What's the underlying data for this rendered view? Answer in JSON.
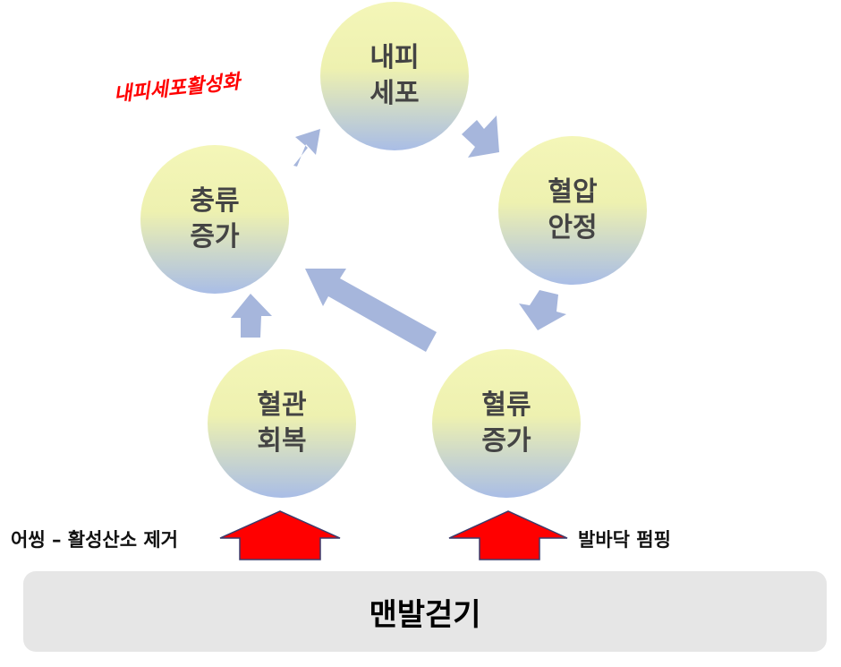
{
  "nodes": {
    "endothelial": {
      "line1": "내피",
      "line2": "세포"
    },
    "bp": {
      "line1": "혈압",
      "line2": "안정"
    },
    "bloodflow": {
      "line1": "혈류",
      "line2": "증가"
    },
    "vascular": {
      "line1": "혈관",
      "line2": "회복"
    },
    "perfusion": {
      "line1": "충류",
      "line2": "증가"
    }
  },
  "highlight_label": "내피세포활성화",
  "causes": {
    "left": "어씽 – 활성산소 제거",
    "right": "발바닥 펌핑"
  },
  "base": {
    "label": "맨발걷기"
  },
  "colors": {
    "cycle_arrow": "#a6b6dc",
    "input_arrow": "#ff0000",
    "input_arrow_outline": "#3b3b6b",
    "highlight_text": "#ff0000",
    "base_bar": "#e6e6e6"
  }
}
